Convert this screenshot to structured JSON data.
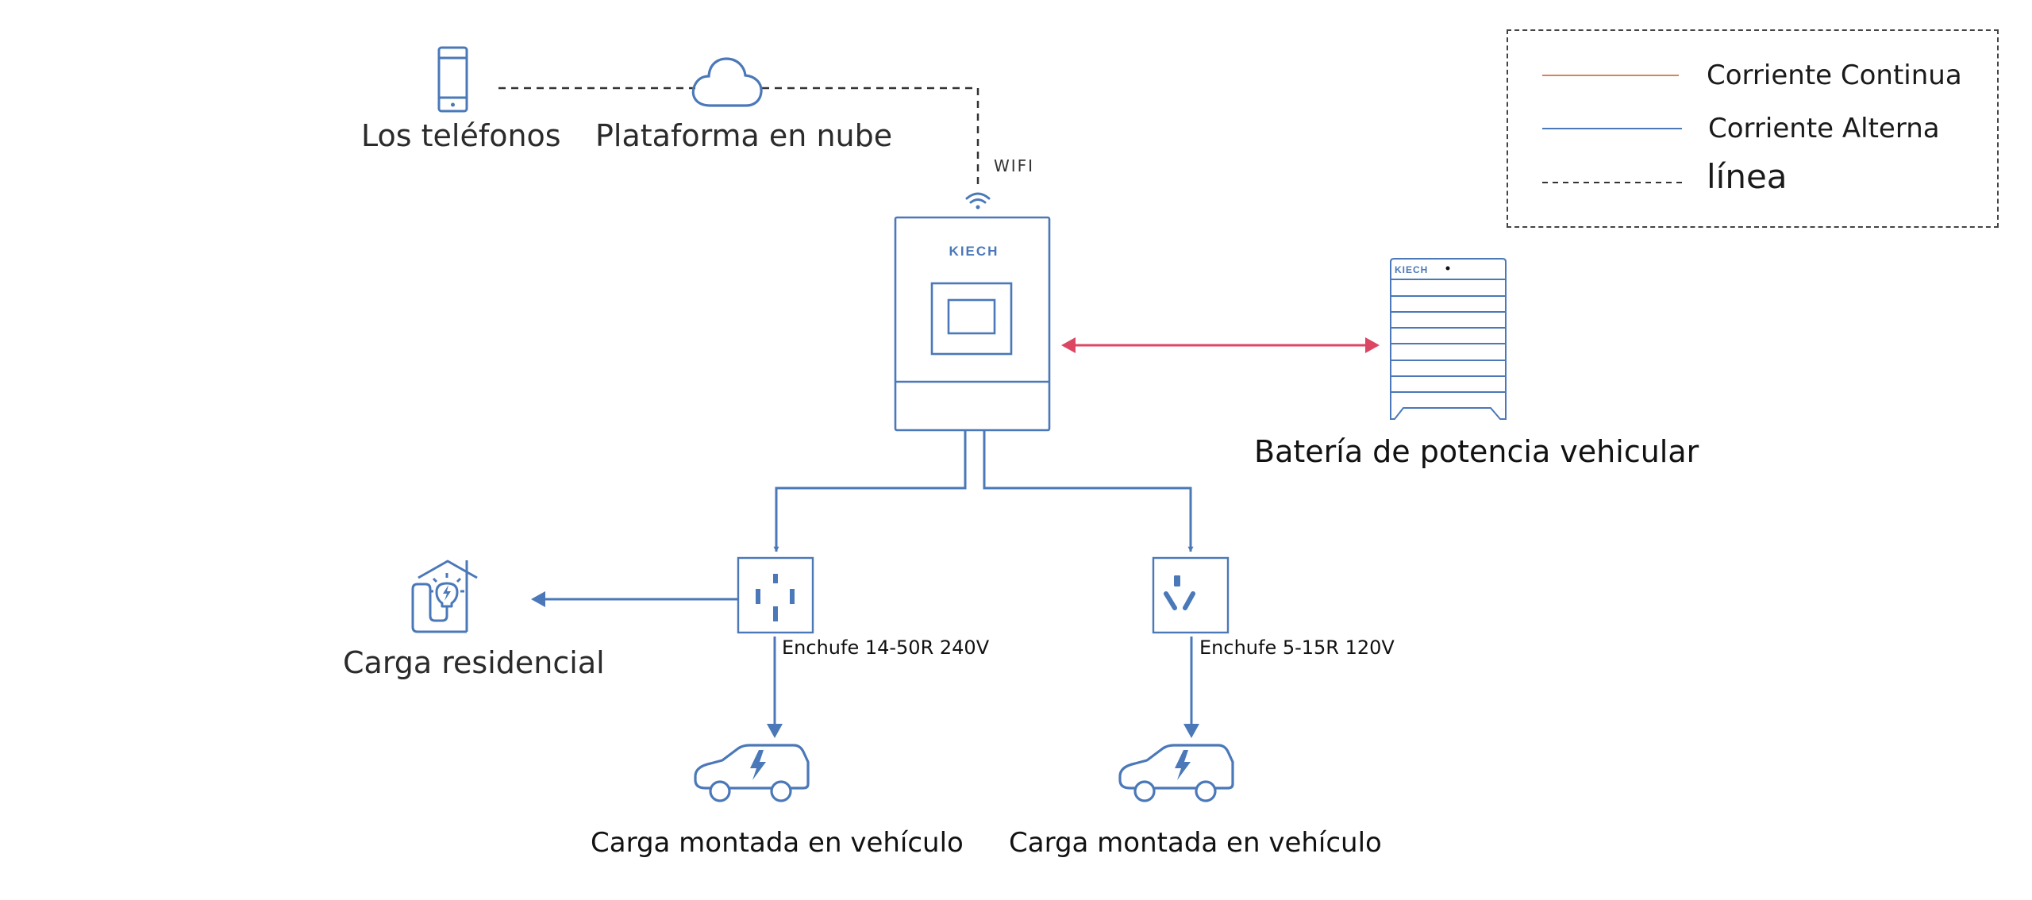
{
  "title": "KIECH inverter system wiring diagram",
  "colors": {
    "ac_line": "#4a78b8",
    "dc_line": "#d9835a",
    "bidirectional_arrow": "#dc4663",
    "dashed_line": "#333333",
    "icon_stroke": "#4a78b8"
  },
  "legend": {
    "items": [
      {
        "label": "Corriente Continua",
        "style": "solid",
        "color": "#d9835a"
      },
      {
        "label": "Corriente Alterna",
        "style": "solid",
        "color": "#4a78b8"
      },
      {
        "label": "línea",
        "style": "dashed",
        "color": "#333333"
      }
    ]
  },
  "nodes": {
    "phones": {
      "label": "Los teléfonos",
      "icon": "smartphone-icon"
    },
    "cloud": {
      "label": "Plataforma en nube",
      "icon": "cloud-icon"
    },
    "wifi": {
      "label": "WIFI",
      "icon": "wifi-icon"
    },
    "inverter": {
      "brand": "KIECH",
      "icon": "inverter-icon"
    },
    "battery": {
      "label": "Batería de potencia vehicular",
      "brand": "KIECH",
      "icon": "battery-rack-icon"
    },
    "outlet_240": {
      "label": "Enchufe 14-50R 240V",
      "icon": "outlet-14-50r-icon"
    },
    "outlet_120": {
      "label": "Enchufe 5-15R 120V",
      "icon": "outlet-5-15r-icon"
    },
    "residential": {
      "label": "Carga residencial",
      "icon": "house-bulb-icon"
    },
    "ev_left": {
      "label": "Carga montada en vehículo",
      "icon": "electric-car-icon"
    },
    "ev_right": {
      "label": "Carga montada en vehículo",
      "icon": "electric-car-icon"
    }
  },
  "connections": [
    {
      "from": "phones",
      "to": "cloud",
      "type": "dashed"
    },
    {
      "from": "cloud",
      "to": "inverter",
      "type": "dashed",
      "via": "WIFI"
    },
    {
      "from": "inverter",
      "to": "battery",
      "type": "bidirectional"
    },
    {
      "from": "inverter",
      "to": "outlet_240",
      "type": "AC"
    },
    {
      "from": "inverter",
      "to": "outlet_120",
      "type": "AC"
    },
    {
      "from": "outlet_240",
      "to": "residential",
      "type": "AC"
    },
    {
      "from": "outlet_240",
      "to": "ev_left",
      "type": "AC"
    },
    {
      "from": "outlet_120",
      "to": "ev_right",
      "type": "AC"
    }
  ]
}
